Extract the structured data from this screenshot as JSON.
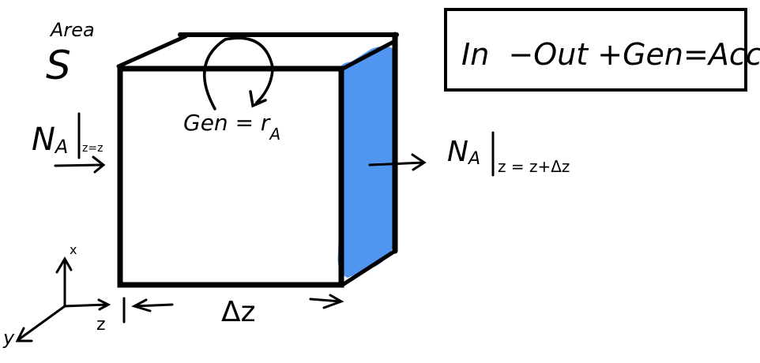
{
  "labels": {
    "area": "Area",
    "area_symbol": "S",
    "flux_in_main": "N",
    "flux_in_sub": "A",
    "flux_in_eval": "z=z",
    "generation_main": "Gen = r",
    "generation_sub": "A",
    "flux_out_main": "N",
    "flux_out_sub": "A",
    "flux_out_eval": "z = z+Δz",
    "balance_equation": "In  −Out +Gen=Acc",
    "length": "Δz",
    "axis_x": "x",
    "axis_y": "y",
    "axis_z": "z"
  },
  "colors": {
    "face_fill": "#5096F0",
    "stroke": "#000000"
  }
}
